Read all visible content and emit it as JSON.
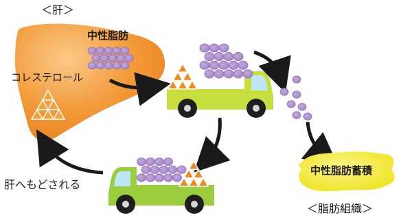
{
  "labels": {
    "liver_title": "＜肝＞",
    "liver_fat": "中性脂肪",
    "cholesterol": "コレステロール",
    "return_to_liver": "肝へもどされる",
    "fat_storage": "中性脂肪蓄積",
    "adipose_title": "＜脂肪組織＞"
  },
  "colors": {
    "liver": "#f39a3a",
    "liver_highlight": "#f8c07a",
    "fat_particle": "#a98ccc",
    "fat_particle_edge": "#8d6fb3",
    "cholesterol_triangle": "#f18a1c",
    "truck_top_body": "#c6de3e",
    "truck_top_cab": "#c6de3e",
    "truck_bottom_body": "#9ccd3e",
    "truck_bottom_cab": "#9ccd3e",
    "truck_window": "#bfe6f7",
    "wheel": "#1f1f1f",
    "adipose": "#f3ec1f",
    "arrow": "#1a1a1a"
  }
}
